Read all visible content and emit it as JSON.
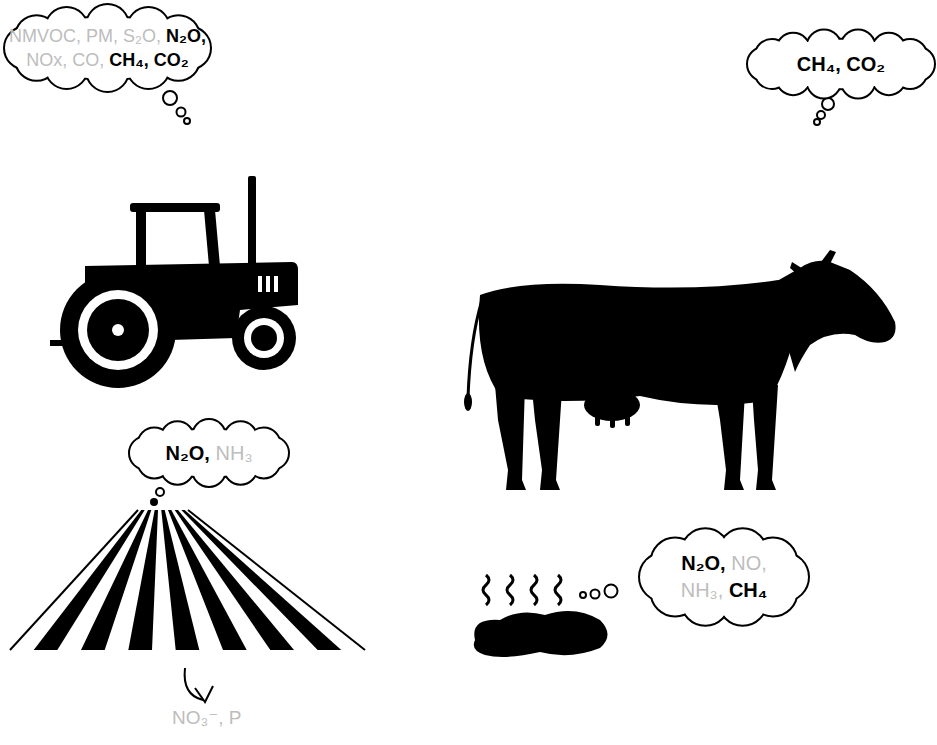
{
  "diagram": {
    "nodes": [
      {
        "text": [
          "NMVOC,",
          "PM,",
          "S₂O,",
          "N₂O,",
          "NOx,",
          "CO,",
          "CH₄,",
          "CO₂"
        ]
      },
      {
        "text": [
          "CH₄,",
          "CO₂"
        ]
      },
      {
        "text": [
          "N₂O,",
          "NH₃"
        ]
      },
      {
        "text": [
          "N₂O,",
          "NO,",
          "NH₃,",
          "CH₄"
        ]
      }
    ],
    "labels": [
      "NO₃⁻, P"
    ]
  }
}
